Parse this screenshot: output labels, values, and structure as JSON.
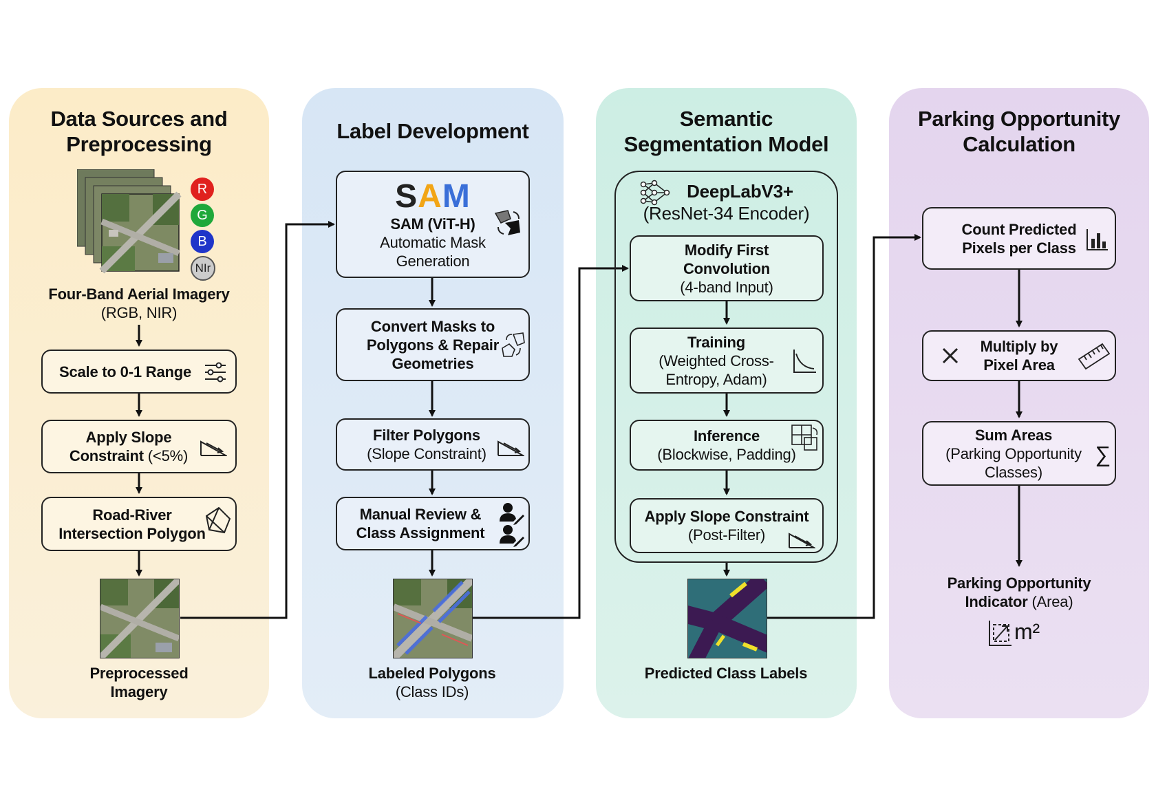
{
  "panels": {
    "p1": {
      "title": [
        "Data Sources and",
        "Preprocessing"
      ]
    },
    "p2": {
      "title": [
        "Label Development"
      ]
    },
    "p3": {
      "title": [
        "Semantic",
        "Segmentation Model"
      ]
    },
    "p4": {
      "title": [
        "Parking Opportunity",
        "Calculation"
      ]
    }
  },
  "p1": {
    "bands": [
      "R",
      "G",
      "B",
      "NIr"
    ],
    "imagery_title": "Four-Band Aerial Imagery",
    "imagery_sub": "(RGB, NIR)",
    "scale": "Scale to 0-1 Range",
    "slope_l1": "Apply Slope",
    "slope_l2_bold": "Constraint",
    "slope_l2_rest": " (<5%)",
    "road_l1": "Road-River",
    "road_l2": "Intersection Polygon",
    "out_l1": "Preprocessed",
    "out_l2": "Imagery"
  },
  "p2": {
    "sam_logo": "SAM",
    "sam_title": "SAM (ViT-H)",
    "sam_l2": "Automatic Mask",
    "sam_l3": "Generation",
    "convert_l1": "Convert Masks to",
    "convert_l2": "Polygons & Repair",
    "convert_l3": "Geometries",
    "filter_l1": "Filter Polygons",
    "filter_l2": "(Slope Constraint)",
    "review_l1": "Manual Review &",
    "review_l2": "Class Assignment",
    "out_l1": "Labeled Polygons",
    "out_l2": "(Class IDs)"
  },
  "p3": {
    "model_title": "DeepLabV3+",
    "model_sub": "(ResNet-34 Encoder)",
    "modify_l1": "Modify First",
    "modify_l2": "Convolution",
    "modify_l3": "(4-band Input)",
    "train_l1": "Training",
    "train_l2": "(Weighted Cross-",
    "train_l3": "Entropy, Adam)",
    "infer_l1": "Inference",
    "infer_l2": "(Blockwise, Padding)",
    "post_l1": "Apply Slope Constraint",
    "post_l2": "(Post-Filter)",
    "out_l1": "Predicted Class Labels"
  },
  "p4": {
    "count_l1": "Count Predicted",
    "count_l2": "Pixels per Class",
    "mult_l1": "Multiply by",
    "mult_l2": "Pixel Area",
    "sum_l1": "Sum Areas",
    "sum_l2": "(Parking Opportunity",
    "sum_l3": "Classes)",
    "out_l1": "Parking Opportunity",
    "out_l2_bold": "Indicator",
    "out_l2_rest": " (Area)",
    "unit": "m²"
  },
  "colors": {
    "band_r": "#e0211e",
    "band_g": "#1fa83a",
    "band_b": "#1f35c9",
    "band_nir": "#cccccc"
  }
}
